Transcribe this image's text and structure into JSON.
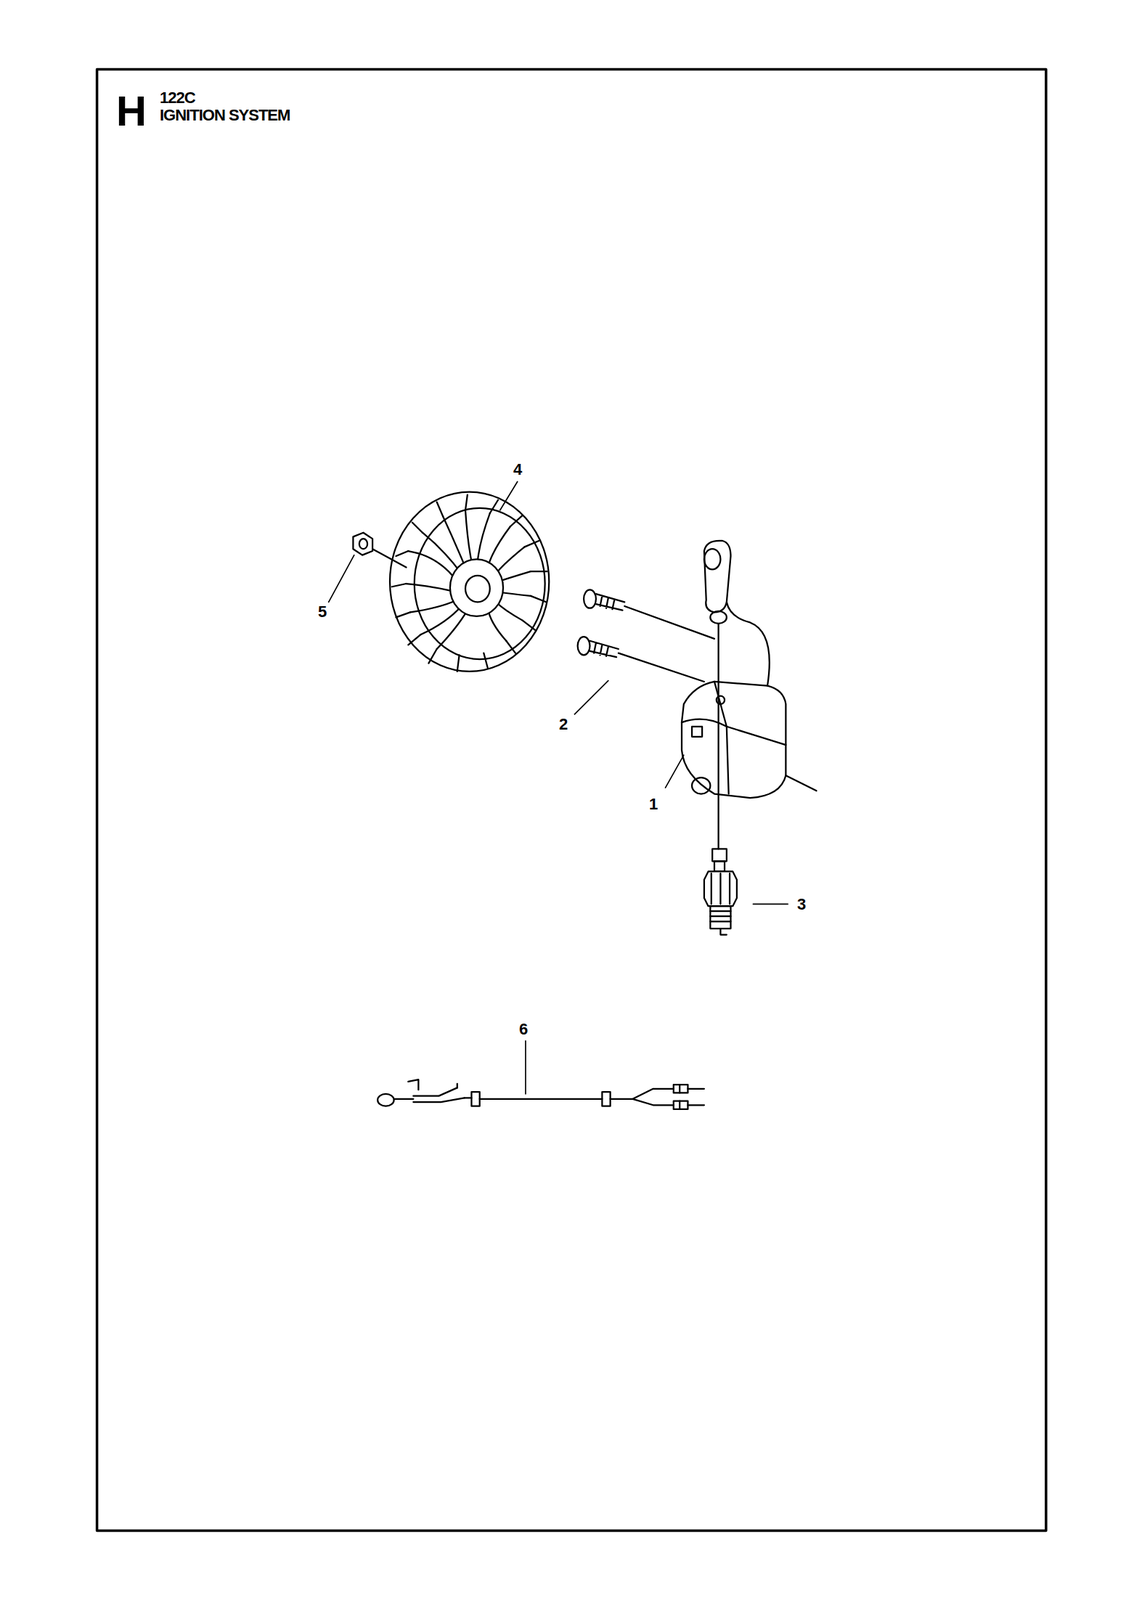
{
  "diagram": {
    "title": "IGNITION SYSTEM",
    "labels": [
      "H",
      "122C",
      "4",
      "5",
      "2",
      "1",
      "3",
      "6"
    ]
  }
}
